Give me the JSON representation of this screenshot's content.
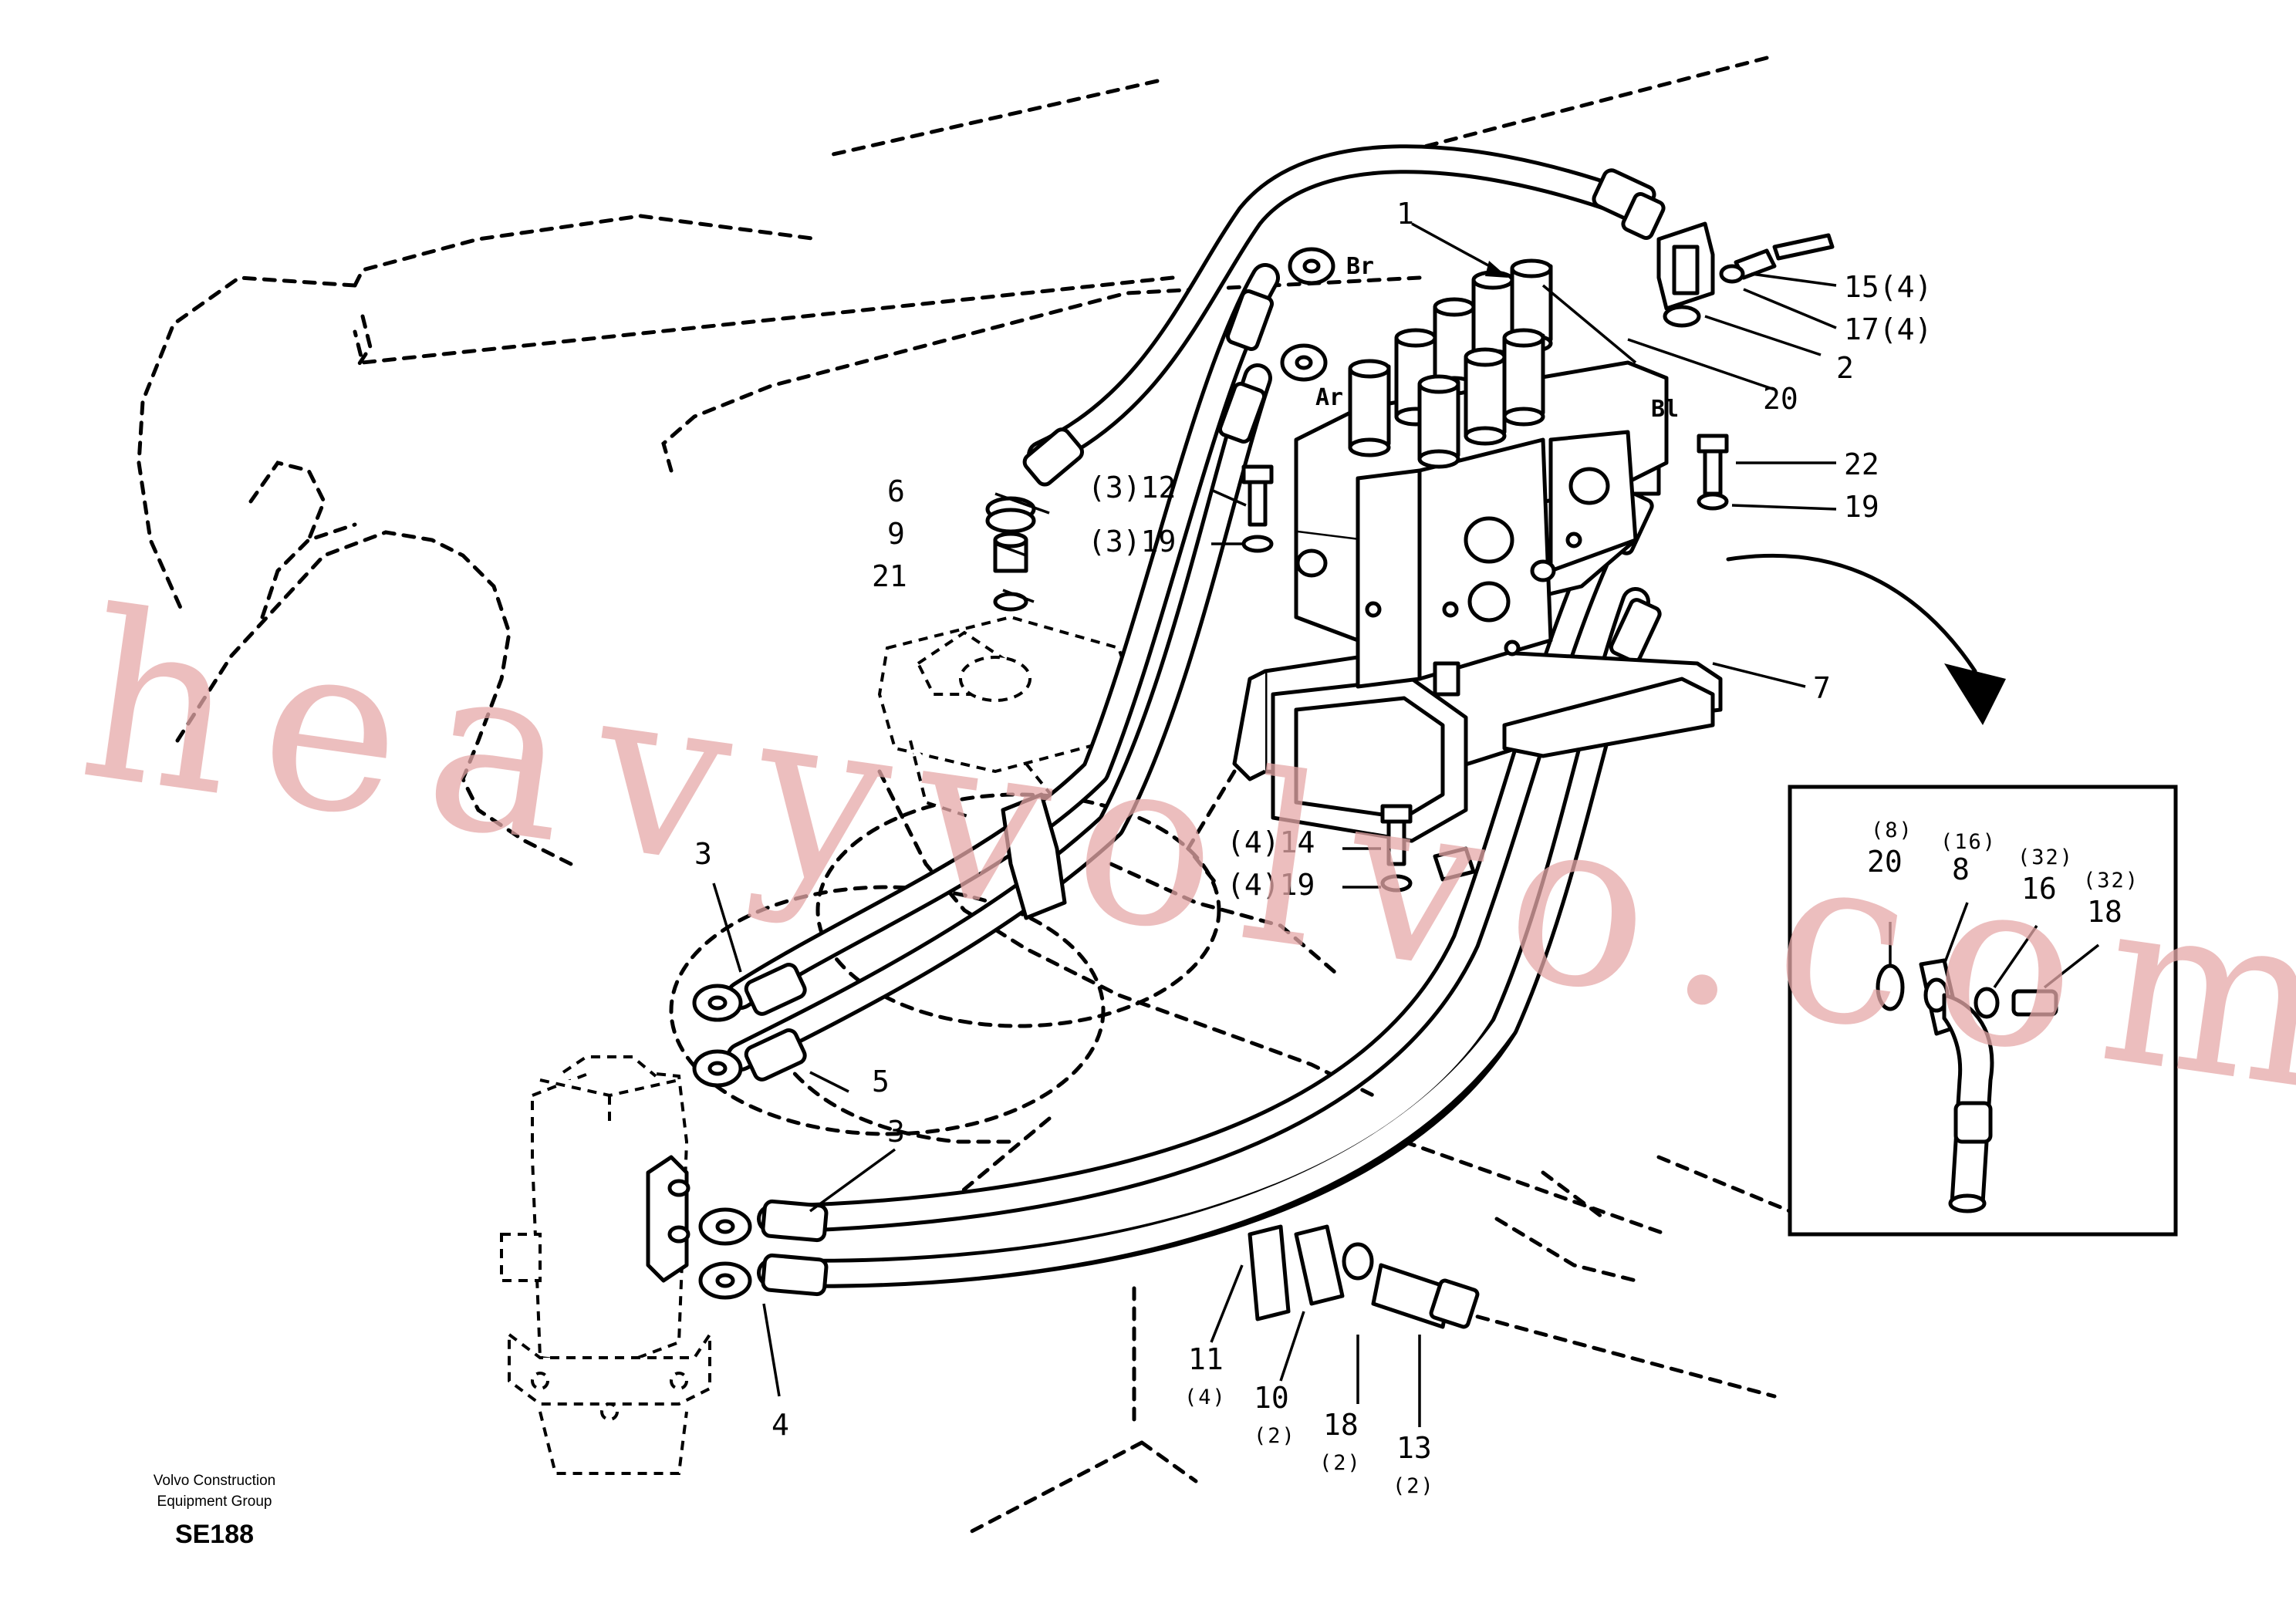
{
  "watermark": "heavyvolvo.com",
  "footer": {
    "company_line1": "Volvo Construction",
    "company_line2": "Equipment Group",
    "figure_code": "SE188"
  },
  "ports": {
    "br": "Br",
    "ar": "Ar",
    "bl": "Bl"
  },
  "callouts": {
    "p1": "1",
    "p2": "2",
    "p3a": "3",
    "p3b": "3",
    "p4": "4",
    "p5": "5",
    "p6": "6",
    "p7": "7",
    "p9": "9",
    "p10": "10",
    "p10q": "(2)",
    "p11": "11",
    "p11q": "(4)",
    "p12": "(3)12",
    "p13": "13",
    "p13q": "(2)",
    "p14": "(4)14",
    "p15": "15(4)",
    "p17": "17(4)",
    "p18": "18",
    "p18q": "(2)",
    "p19a": "(3)19",
    "p19b": "19",
    "p19c": "(4)19",
    "p20": "20",
    "p21": "21",
    "p22": "22"
  },
  "inset": {
    "i20q": "(8)",
    "i20": "20",
    "i8q": "(16)",
    "i8": "8",
    "i16q": "(32)",
    "i16": "16",
    "i18q": "(32)",
    "i18": "18"
  }
}
